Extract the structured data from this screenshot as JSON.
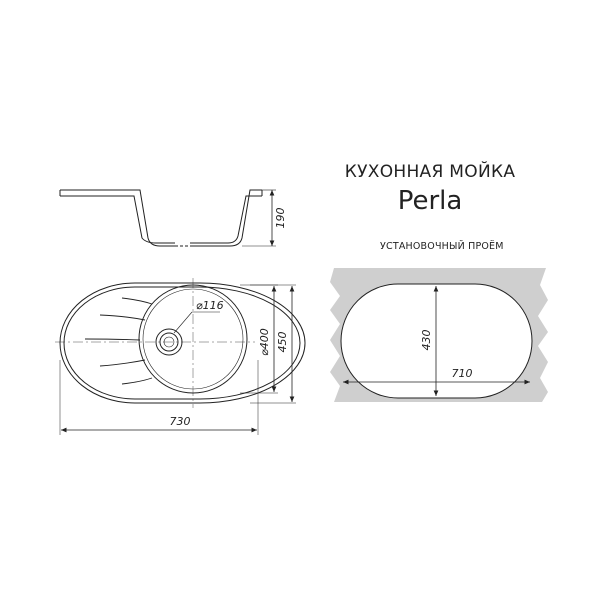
{
  "title": {
    "line1": "КУХОННАЯ МОЙКА",
    "line2": "Perla"
  },
  "cutout_label": "УСТАНОВОЧНЫЙ ПРОЁМ",
  "dimensions": {
    "height_side": "190",
    "drain_diameter": "⌀116",
    "bowl_diameter": "⌀400",
    "overall_depth": "450",
    "overall_width": "730",
    "cutout_height": "430",
    "cutout_width": "710"
  },
  "colors": {
    "line": "#222222",
    "countertop": "#cfcfcf"
  }
}
